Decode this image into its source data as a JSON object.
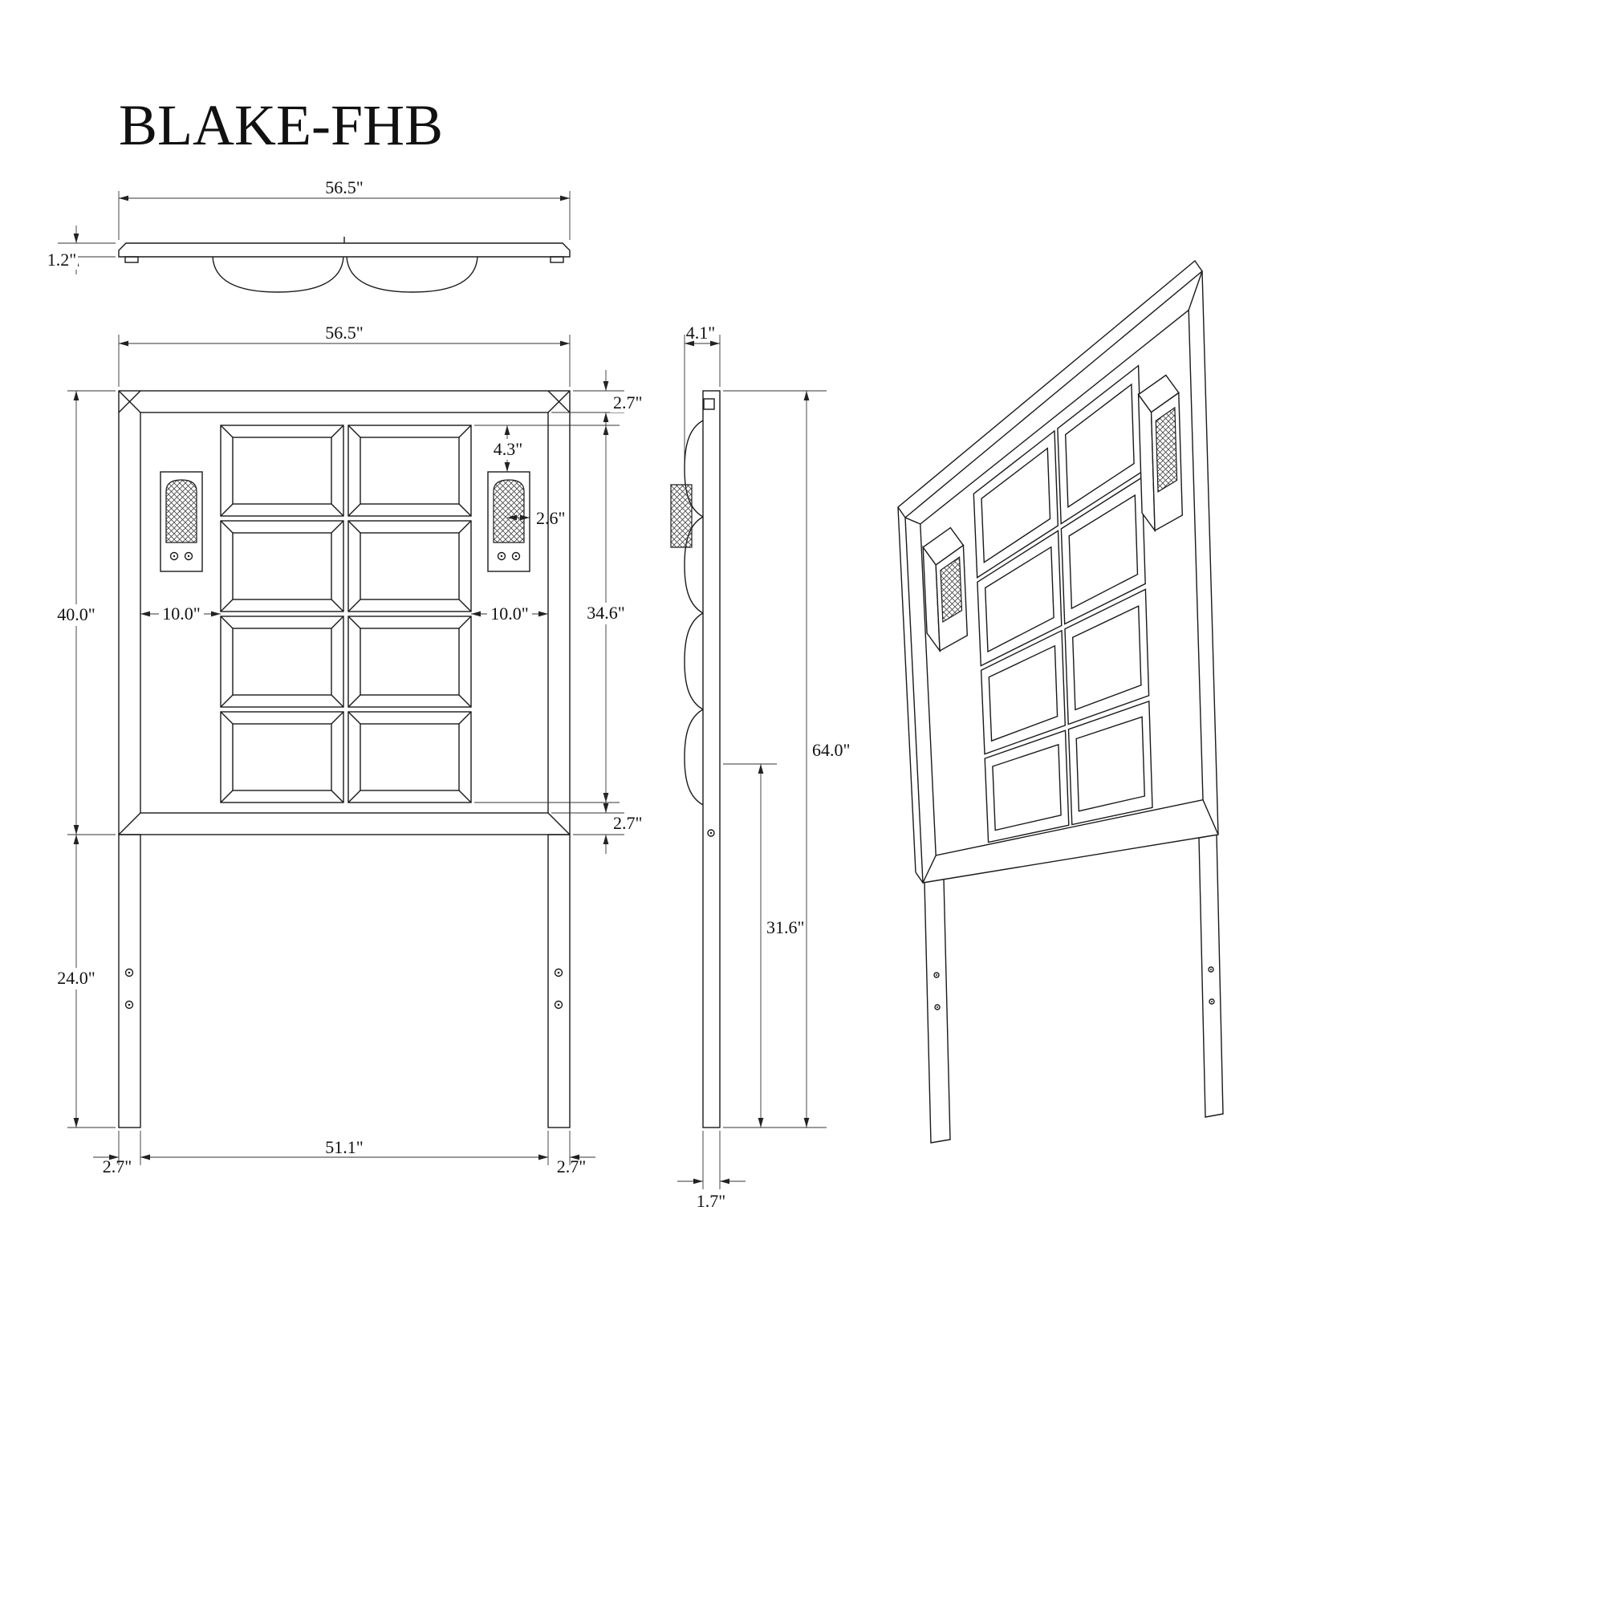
{
  "title": "BLAKE-FHB",
  "dimensions": {
    "top_view": {
      "width": "56.5\"",
      "thickness": "1.2\""
    },
    "front_view": {
      "width": "56.5\"",
      "panel_height": "40.0\"",
      "leg_height": "24.0\"",
      "top_rail": "2.7\"",
      "grid_offset": "4.3\"",
      "lamp_width": "2.6\"",
      "opening_height": "34.6\"",
      "bottom_rail": "2.7\"",
      "panel_inset_left": "10.0\"",
      "panel_inset_right": "10.0\"",
      "leg_width_left": "2.7\"",
      "leg_span": "51.1\"",
      "leg_width_right": "2.7\""
    },
    "side_view": {
      "depth": "4.1\"",
      "total_height": "64.0\"",
      "lower_height": "31.6\"",
      "leg_depth": "1.7\""
    }
  }
}
